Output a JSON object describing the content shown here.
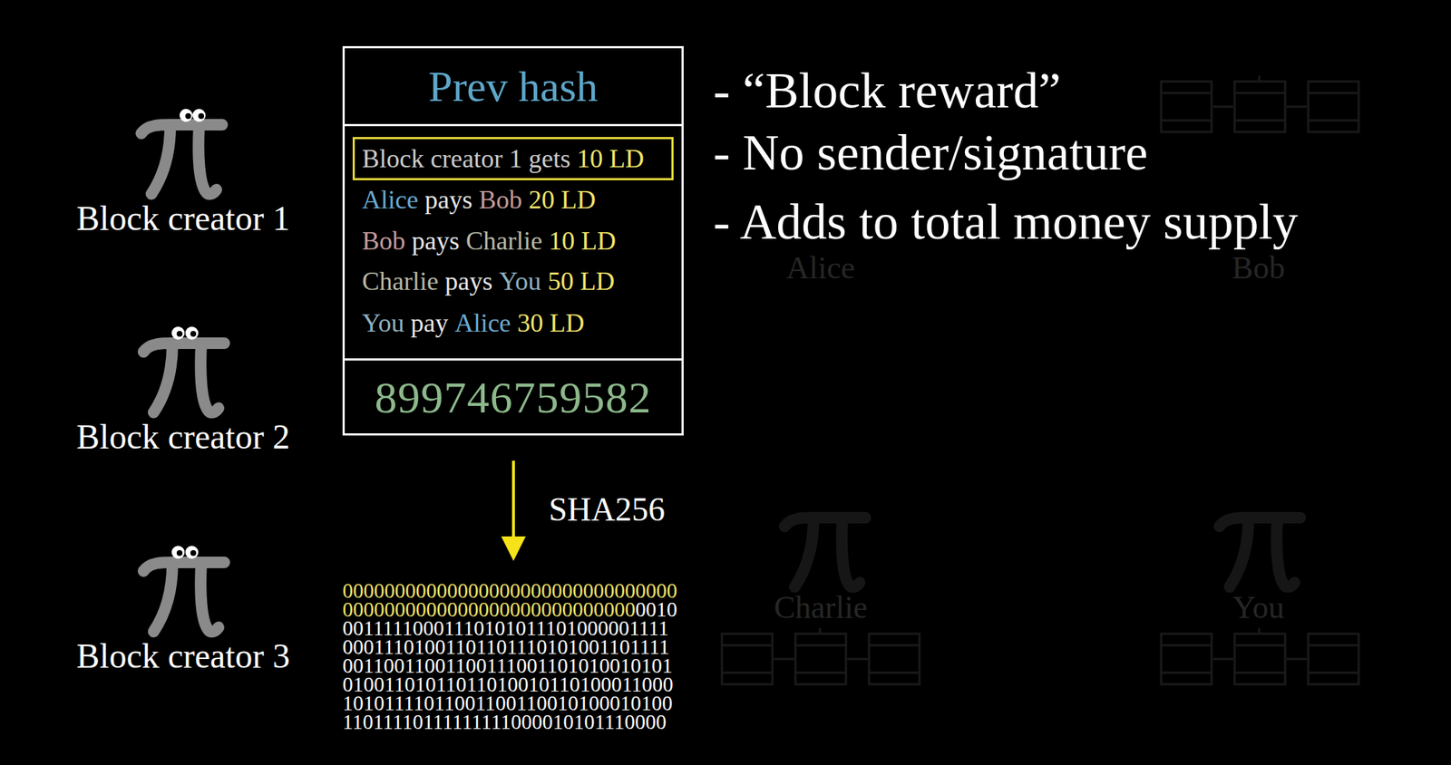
{
  "diagram": {
    "nodes": [
      {
        "text": [
          "Prev hash"
        ]
      },
      {
        "text": [
          "Alice",
          "pays",
          "Bob",
          "20 LD",
          "Bob",
          "pays",
          "Charlie",
          "10 LD",
          "Charlie",
          "pays",
          "You",
          "50 LD",
          "You",
          "pay",
          "Alice",
          "30 LD"
        ]
      },
      {
        "text": [
          "Block creator 1 gets",
          "10 LD"
        ],
        "in": 1
      },
      {
        "text": [
          "899746759582"
        ]
      }
    ],
    "labels": [
      "Block creator 1",
      "Block creator 2",
      "Block creator 3",
      "- “Block reward”",
      "- No sender/signature",
      "- Adds to total money supply",
      "SHA256",
      "00000000000000000000000000000000",
      "0000000000000000000000000000",
      "0010",
      "00111110001110101011101000001111",
      "00011101001101101110101001101111",
      "00110011001100111001101010010101",
      "01001101011011010010110100011000",
      "10101111011001100110010100010100",
      "11011110111111111000010101110000",
      "Alice",
      "Bob",
      "Charlie",
      "You"
    ]
  }
}
